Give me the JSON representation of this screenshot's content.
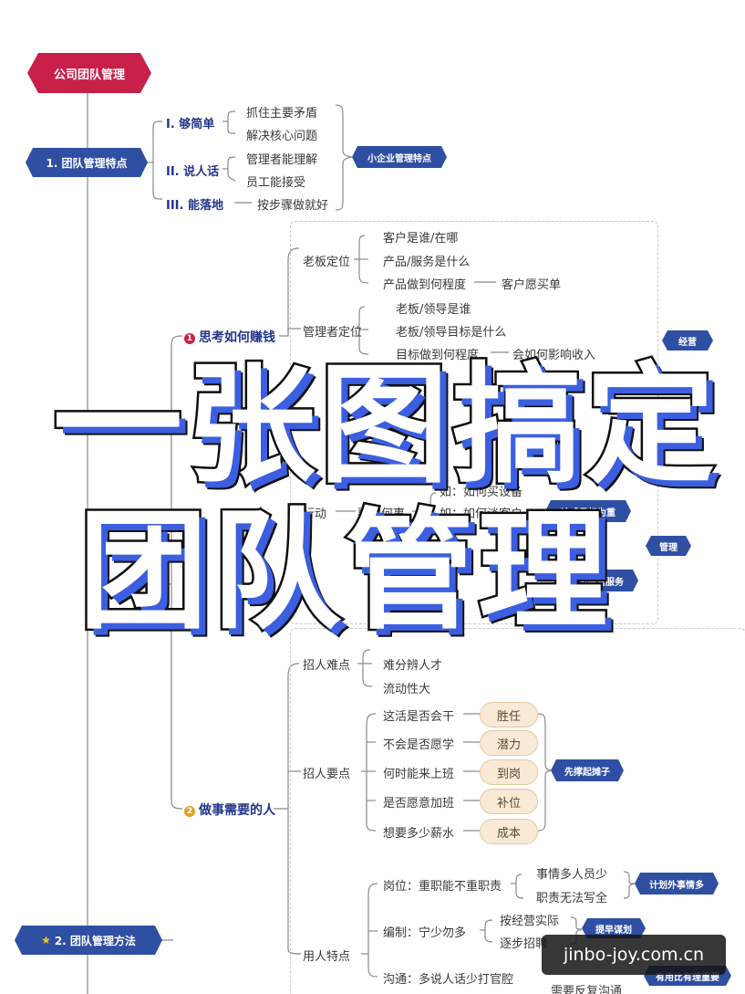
{
  "title_tag": "公司团队管理",
  "section1": {
    "label": "1. 团队管理特点",
    "items": [
      {
        "label": "I. 够简单",
        "children": [
          "抓住主要矛盾",
          "解决核心问题"
        ]
      },
      {
        "label": "II. 说人话",
        "children": [
          "管理者能理解",
          "员工能接受"
        ]
      },
      {
        "label": "III. 能落地",
        "children": [
          "按步骤做就好"
        ]
      }
    ],
    "summary_tag": "小企业管理特点"
  },
  "branch_money": {
    "label": "思考如何赚钱",
    "number": "1",
    "boss": {
      "label": "老板定位",
      "items": [
        "客户是谁/在哪",
        "产品/服务是什么",
        "产品做到何程度"
      ],
      "tail": "客户愿买单"
    },
    "manager": {
      "label": "管理者定位",
      "items": [
        "老板/领导是谁",
        "老板/领导目标是什么",
        "目标做到何程度"
      ],
      "tail": "会如何影响收入"
    },
    "tag": "经营"
  },
  "branch_action": {
    "label": "行动",
    "sub": "要做何事",
    "items": [
      "如：如何买设备",
      "如：如何谈客户"
    ],
    "tag_goal": "达成目标为重",
    "tag_manage": "管理",
    "tag_serve": "为经营服务"
  },
  "branch_people": {
    "label": "做事需要的人",
    "number": "2",
    "difficulty": {
      "label": "招人难点",
      "items": [
        "难分辨人才",
        "流动性大"
      ]
    },
    "recruit": {
      "label": "招人要点",
      "rows": [
        {
          "q": "这活是否会干",
          "a": "胜任"
        },
        {
          "q": "不会是否愿学",
          "a": "潜力"
        },
        {
          "q": "何时能来上班",
          "a": "到岗"
        },
        {
          "q": "是否愿意加班",
          "a": "补位"
        },
        {
          "q": "想要多少薪水",
          "a": "成本"
        }
      ],
      "tag": "先撑起摊子"
    },
    "employ": {
      "label": "用人特点",
      "post": {
        "label": "岗位：重职能不重职责",
        "items": [
          "事情多人员少",
          "职责无法写全"
        ],
        "tag": "计划外事情多"
      },
      "staff": {
        "label": "编制：宁少勿多",
        "items": [
          "按经营实际",
          "逐步招聘"
        ],
        "tag": "提早谋划"
      },
      "comm": {
        "label": "沟通：多说人话少打官腔",
        "items": [
          "需要反复沟通"
        ],
        "tag": "有用比有理重要"
      }
    }
  },
  "section2": {
    "label": "2. 团队管理方法"
  },
  "headline": {
    "line1": "一张图搞定",
    "line2": "团队管理"
  },
  "watermark": "jinbo-joy.com.cn",
  "colors": {
    "title": "#c9204a",
    "node": "#2f4fa3",
    "dark": "#23358a",
    "tan": "#f8ead6",
    "accent": "#3b5fe0"
  }
}
